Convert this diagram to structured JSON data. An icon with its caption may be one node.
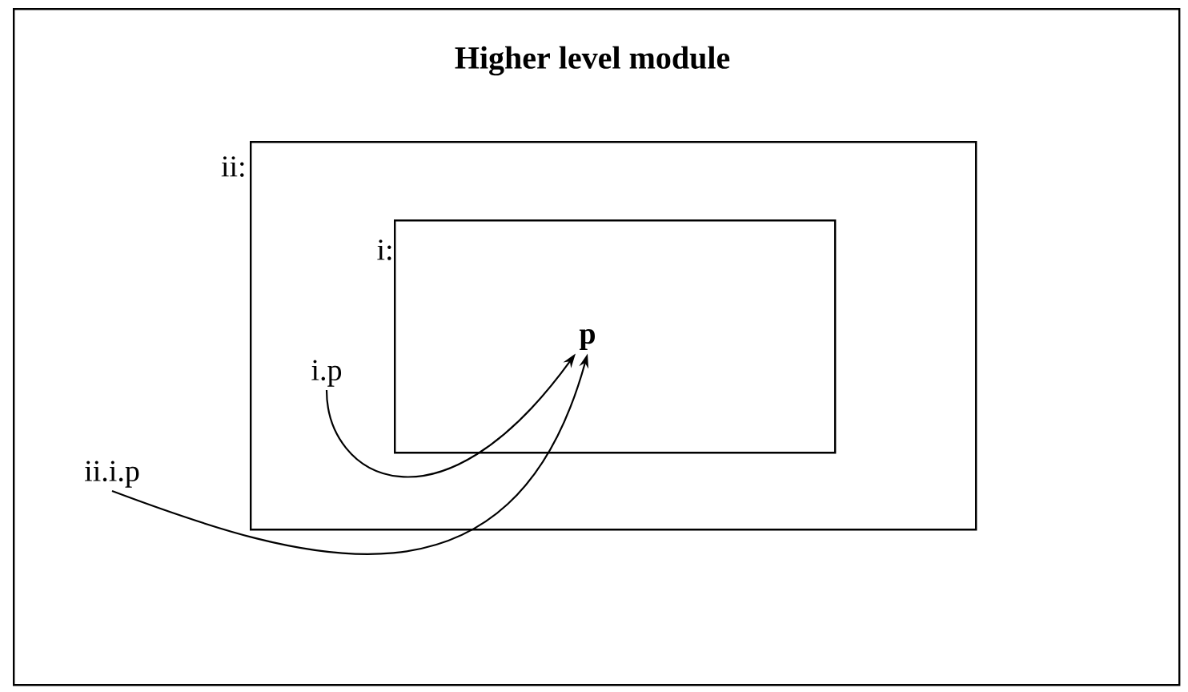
{
  "diagram": {
    "nodes": [
      {
        "text": [
          "Higher level module"
        ]
      },
      {
        "text": [
          "ii:"
        ],
        "in": 0
      },
      {
        "text": [
          "i:"
        ],
        "in": 1
      },
      {
        "text": [
          "p"
        ],
        "in": 2
      },
      {
        "text": [
          "i.p"
        ],
        "in": 1
      },
      {
        "text": [
          "ii.i.p"
        ],
        "in": 0
      }
    ],
    "edges": [
      {
        "from": 4,
        "to": 3,
        "arrow": "to"
      },
      {
        "from": 5,
        "to": 3,
        "arrow": "to"
      }
    ]
  }
}
